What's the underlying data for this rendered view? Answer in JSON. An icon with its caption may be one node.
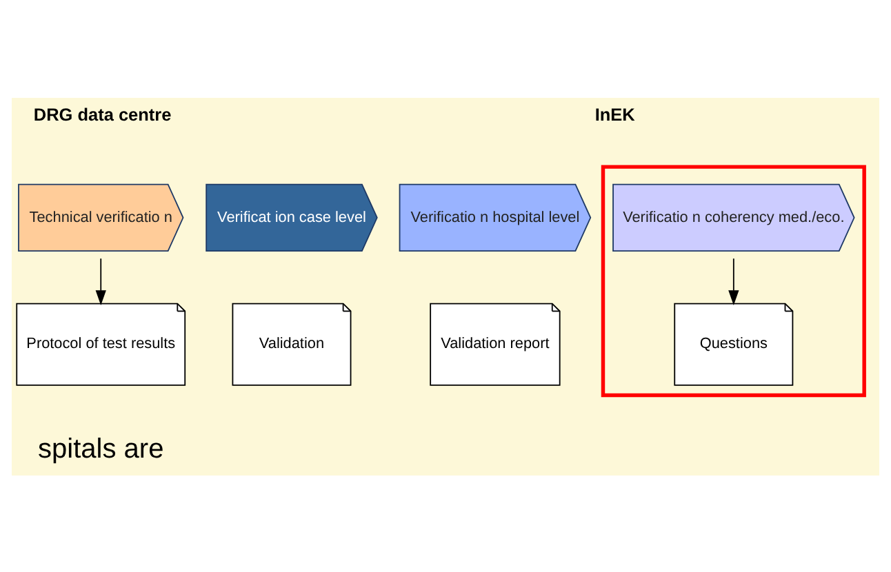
{
  "diagram": {
    "nodes": [
      {
        "text": [
          "Technical verificatio n"
        ]
      },
      {
        "text": [
          "Verificat ion case level"
        ]
      },
      {
        "text": [
          "Verificatio n hospital level"
        ]
      },
      {
        "text": [],
        "shape": "box"
      },
      {
        "text": [
          "Verificatio n coherency med./eco."
        ],
        "in": 3
      },
      {
        "text": [
          "Protocol of test results"
        ]
      },
      {
        "text": [
          "Validation"
        ]
      },
      {
        "text": [
          "Validation report"
        ]
      },
      {
        "text": [
          "Questions"
        ],
        "in": 3
      }
    ],
    "edges": [
      {
        "from": 0,
        "to": 5,
        "arrow": "to"
      },
      {
        "from": 4,
        "to": 8,
        "arrow": "to"
      }
    ],
    "labels": [
      "DRG data centre",
      "InEK",
      "spitals are"
    ]
  }
}
